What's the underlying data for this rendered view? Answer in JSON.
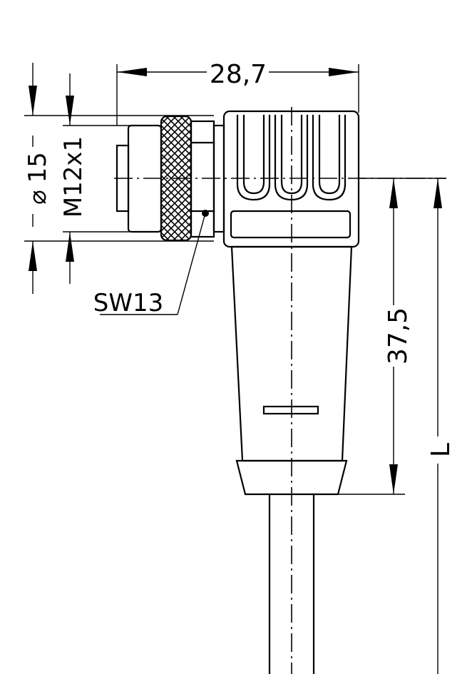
{
  "dimensions": {
    "width_total": "28,7",
    "diameter_symbol": "⌀",
    "diameter": "15",
    "thread": "M12x1",
    "wrench_size": "SW13",
    "length_body": "37,5",
    "length_cable": "L"
  }
}
